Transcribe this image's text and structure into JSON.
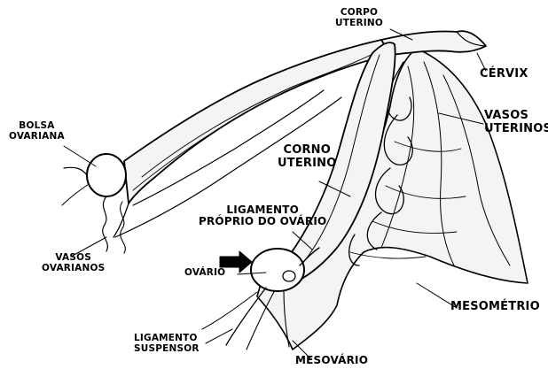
{
  "labels": {
    "corpo_uterino": [
      "CORPO",
      "UTERINO"
    ],
    "cervix": "CÉRVIX",
    "vasos_uterinos": [
      "VASOS",
      "UTERINOS"
    ],
    "bolsa_ovariana": [
      "BOLSA",
      "OVARIANA"
    ],
    "corno_uterino": [
      "CORNO",
      "UTERINO"
    ],
    "ligamento_proprio": [
      "LIGAMENTO",
      "PRÓPRIO DO OVÁRIO"
    ],
    "vasos_ovarianos": [
      "VASOS",
      "OVARIANOS"
    ],
    "ovario": "OVÁRIO",
    "mesometrio": "MESOMÉTRIO",
    "ligamento_suspensor": [
      "LIGAMENTO",
      "SUSPENSOR"
    ],
    "mesovario": "MESOVÁRIO"
  },
  "colors": {
    "ink": "#000000",
    "background": "#ffffff",
    "tissue_fill": "#f4f4f4"
  }
}
